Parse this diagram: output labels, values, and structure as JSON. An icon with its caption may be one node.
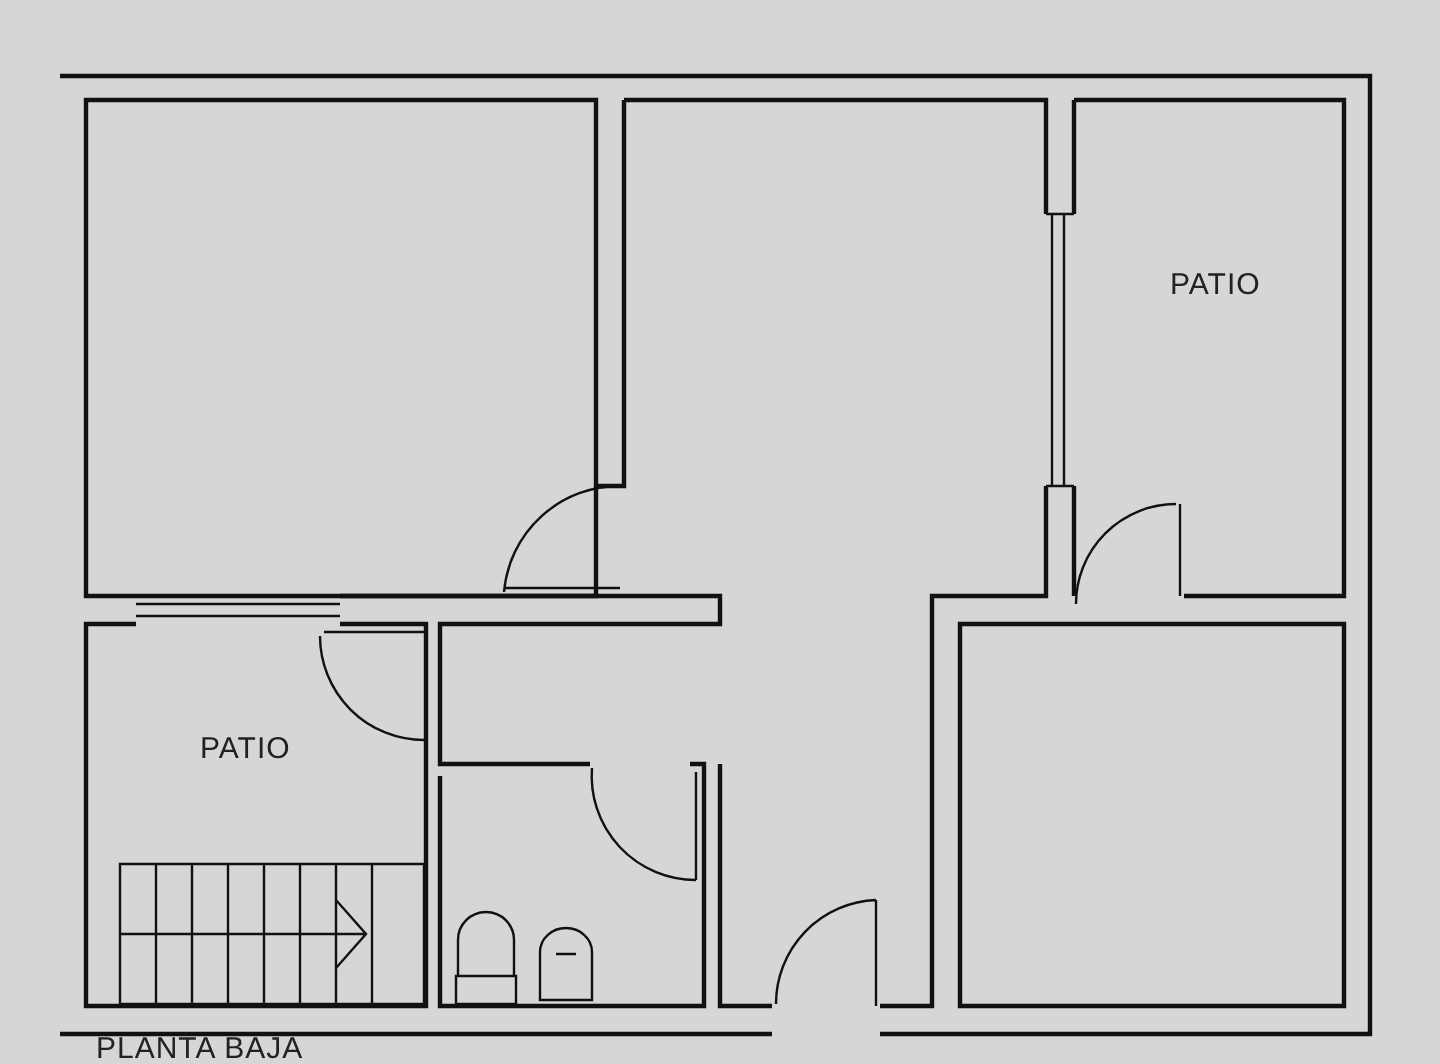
{
  "diagram": {
    "labels": [
      "PATIO",
      "PATIO",
      "PLANTA BAJA"
    ]
  }
}
